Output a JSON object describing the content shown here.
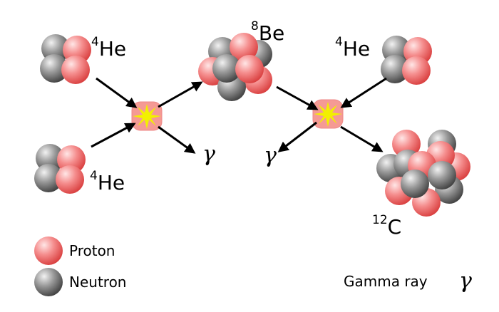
{
  "labels": {
    "he_top_left": {
      "mass": "4",
      "symbol": "He"
    },
    "he_bottom_left": {
      "mass": "4",
      "symbol": "He"
    },
    "be": {
      "mass": "8",
      "symbol": "Be"
    },
    "he_right": {
      "mass": "4",
      "symbol": "He"
    },
    "carbon": {
      "mass": "12",
      "symbol": "C"
    },
    "gamma_symbol": "γ"
  },
  "legend": {
    "proton": "Proton",
    "neutron": "Neutron",
    "gamma": "Gamma ray"
  },
  "colors": {
    "proton": "#f07a7a",
    "neutron": "#6e6e6e",
    "collision": "#f59a94",
    "flash": "#f2f000"
  }
}
